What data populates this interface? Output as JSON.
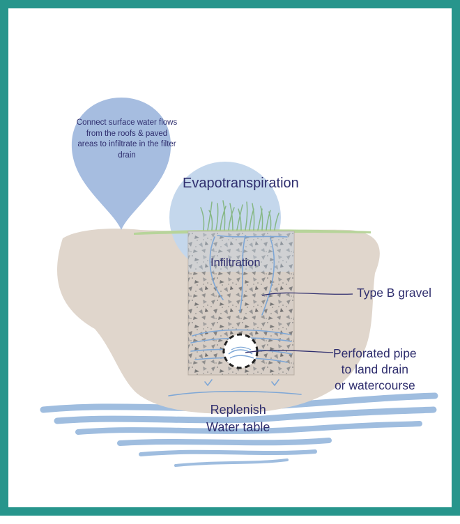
{
  "callout": {
    "text": "Connect surface water flows from the roofs & paved areas to infiltrate in the filter drain"
  },
  "labels": {
    "evapotranspiration": "Evapotranspiration",
    "infiltration": "Infiltration",
    "gravel": "Type B gravel",
    "pipe_line1": "Perforated pipe",
    "pipe_line2": "to land drain",
    "pipe_line3": "or watercourse",
    "replenish_line1": "Replenish",
    "replenish_line2": "Water table"
  },
  "colors": {
    "border": "#27958c",
    "soil": "#e0d6cc",
    "callout": "#a6bde0",
    "evaporation_circle": "#c4d7ec",
    "water": "#9fbddf",
    "text": "#2f2e6e",
    "grass": "#86b785"
  }
}
